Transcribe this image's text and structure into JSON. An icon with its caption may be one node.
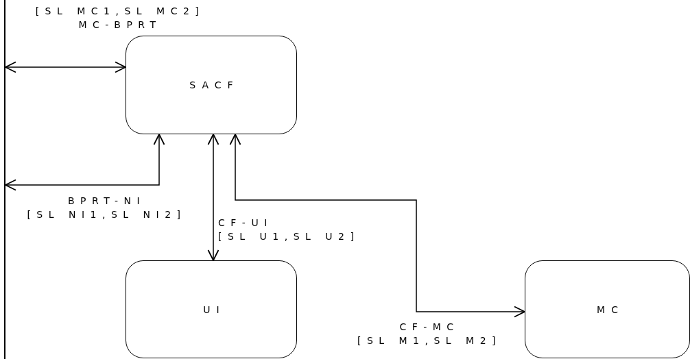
{
  "diagram": {
    "nodes": [
      {
        "text": [],
        "shape": "bar"
      },
      {
        "text": [
          "SACF"
        ]
      },
      {
        "text": [
          "UI"
        ]
      },
      {
        "text": [
          "MC"
        ]
      }
    ],
    "edges": [
      {
        "from": 0,
        "to": 1,
        "arrow": "both",
        "label": "[SL MC1,SL MC2] MC-BPRT"
      },
      {
        "from": 1,
        "to": 0,
        "arrow": "both",
        "label": "BPRT-NI [SL NI1,SL NI2]"
      },
      {
        "from": 1,
        "to": 2,
        "arrow": "both",
        "label": "CF-UI [SL U1,SL U2]"
      },
      {
        "from": 1,
        "to": 3,
        "arrow": "both",
        "label": "CF-MC [SL M1,SL M2]"
      }
    ]
  }
}
